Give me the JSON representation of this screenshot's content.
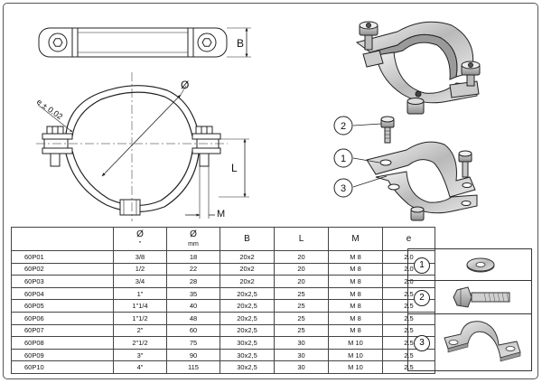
{
  "drawing": {
    "dim_b": "B",
    "dim_diameter": "Ø",
    "dim_e": "e ± 0.02",
    "dim_l": "L",
    "dim_m": "M"
  },
  "callouts": [
    "2",
    "1",
    "3"
  ],
  "table": {
    "headers": [
      {
        "top": "Ø",
        "sub": "\""
      },
      {
        "top": "Ø",
        "sub": "mm"
      },
      {
        "top": "B",
        "sub": ""
      },
      {
        "top": "L",
        "sub": ""
      },
      {
        "top": "M",
        "sub": ""
      },
      {
        "top": "e",
        "sub": ""
      }
    ],
    "rows": [
      [
        "60P01",
        "3/8",
        "18",
        "20x2",
        "20",
        "M 8",
        "2.0"
      ],
      [
        "60P02",
        "1/2",
        "22",
        "20x2",
        "20",
        "M 8",
        "2.0"
      ],
      [
        "60P03",
        "3/4",
        "28",
        "20x2",
        "20",
        "M 8",
        "2.0"
      ],
      [
        "60P04",
        "1\"",
        "35",
        "20x2,5",
        "25",
        "M 8",
        "2.5"
      ],
      [
        "60P05",
        "1\"1/4",
        "40",
        "20x2,5",
        "25",
        "M 8",
        "2.5"
      ],
      [
        "60P06",
        "1\"1/2",
        "48",
        "20x2,5",
        "25",
        "M 8",
        "2.5"
      ],
      [
        "60P07",
        "2\"",
        "60",
        "20x2,5",
        "25",
        "M 8",
        "2.5"
      ],
      [
        "60P08",
        "2\"1/2",
        "75",
        "30x2,5",
        "30",
        "M 10",
        "2.5"
      ],
      [
        "60P09",
        "3\"",
        "90",
        "30x2,5",
        "30",
        "M 10",
        "2.5"
      ],
      [
        "60P10",
        "4\"",
        "115",
        "30x2,5",
        "30",
        "M 10",
        "2.5"
      ]
    ]
  },
  "legend": [
    {
      "number": "1",
      "icon": "washer-icon"
    },
    {
      "number": "2",
      "icon": "bolt-icon"
    },
    {
      "number": "3",
      "icon": "pipe-clamp-half-icon"
    }
  ]
}
